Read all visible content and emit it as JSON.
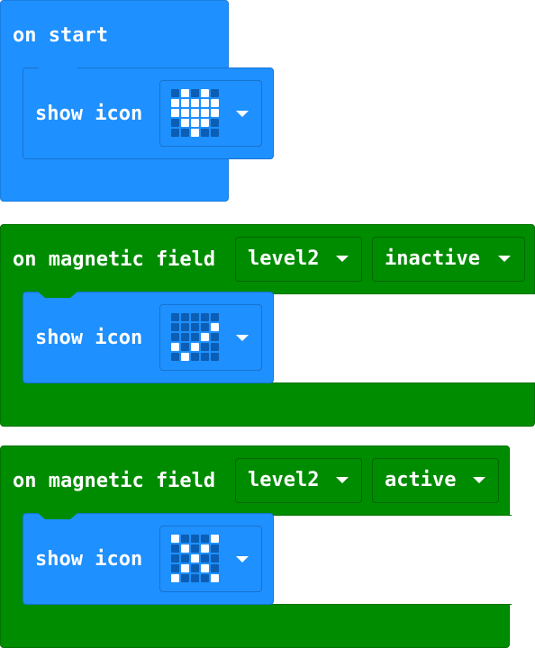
{
  "colors": {
    "basic_block": "#1e90ff",
    "input_block": "#008c00",
    "pixel_on": "#ffffff",
    "pixel_off": "#0c5eb4"
  },
  "blocks": [
    {
      "event_label": "on start",
      "statement": {
        "label": "show icon",
        "icon_name": "heart-icon",
        "pixels": [
          [
            0,
            1,
            0,
            1,
            0
          ],
          [
            1,
            1,
            1,
            1,
            1
          ],
          [
            1,
            1,
            1,
            1,
            1
          ],
          [
            0,
            1,
            1,
            1,
            0
          ],
          [
            0,
            0,
            1,
            0,
            0
          ]
        ]
      }
    },
    {
      "event_label": "on magnetic field",
      "level_value": "level2",
      "state_value": "inactive",
      "statement": {
        "label": "show icon",
        "icon_name": "yes-checkmark-icon",
        "pixels": [
          [
            0,
            0,
            0,
            0,
            0
          ],
          [
            0,
            0,
            0,
            0,
            1
          ],
          [
            0,
            0,
            0,
            1,
            0
          ],
          [
            1,
            0,
            1,
            0,
            0
          ],
          [
            0,
            1,
            0,
            0,
            0
          ]
        ]
      }
    },
    {
      "event_label": "on magnetic field",
      "level_value": "level2",
      "state_value": "active",
      "statement": {
        "label": "show icon",
        "icon_name": "no-cross-icon",
        "pixels": [
          [
            1,
            0,
            0,
            0,
            1
          ],
          [
            0,
            1,
            0,
            1,
            0
          ],
          [
            0,
            0,
            1,
            0,
            0
          ],
          [
            0,
            1,
            0,
            1,
            0
          ],
          [
            1,
            0,
            0,
            0,
            1
          ]
        ]
      }
    }
  ]
}
